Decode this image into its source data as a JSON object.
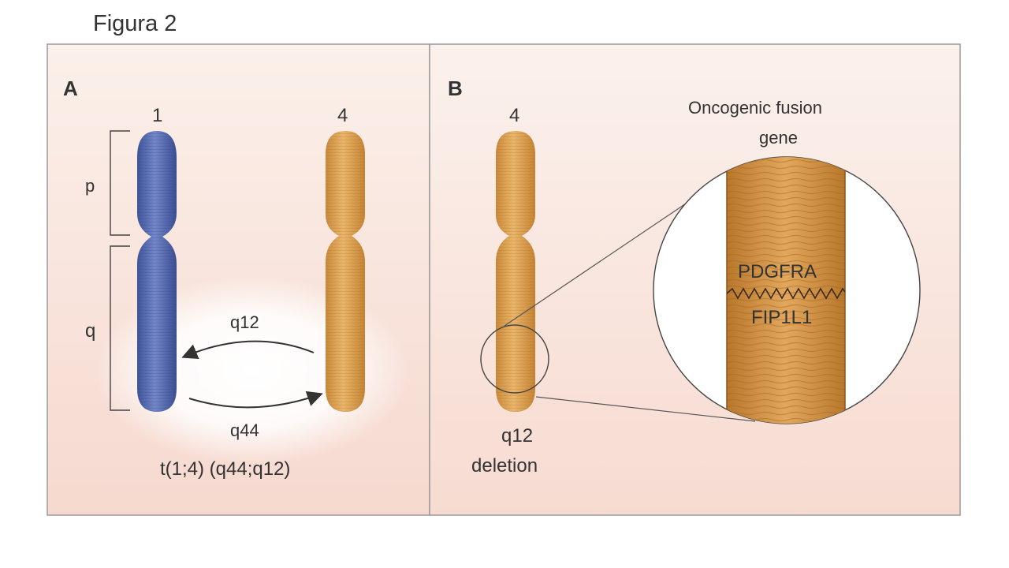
{
  "figure_title": "Figura 2",
  "panel_a": {
    "label": "A",
    "chromosome_1_label": "1",
    "chromosome_4_label": "4",
    "p_arm_label": "p",
    "q_arm_label": "q",
    "top_arrow_label": "q12",
    "bottom_arrow_label": "q44",
    "caption": "t(1;4) (q44;q12)"
  },
  "panel_b": {
    "label": "B",
    "chromosome_label": "4",
    "fusion_title_line1": "Oncogenic fusion",
    "fusion_title_line2": "gene",
    "gene_top": "PDGFRA",
    "gene_bottom": "FIP1L1",
    "deletion_line1": "q12",
    "deletion_line2": "deletion"
  },
  "colors": {
    "chromosome_blue": "#5a6fb5",
    "chromosome_orange": "#d9a050",
    "panel_background": "#f8e4dc",
    "border": "#9a9a9a"
  }
}
